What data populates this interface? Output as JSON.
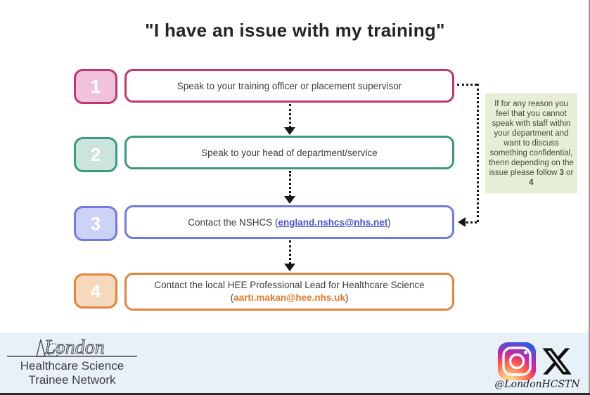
{
  "title": "\"I have an issue with my training\"",
  "colors": {
    "step1_border": "#c2356e",
    "step1_fill": "#f1c3da",
    "step2_border": "#399a80",
    "step2_fill": "#cbe5dd",
    "step3_border": "#7179e2",
    "step3_fill": "#cdd3f6",
    "step4_border": "#e5823b",
    "step4_fill": "#f6d9bc",
    "link_blue": "#4a52d8",
    "email_orange": "#e8782a",
    "note_bg": "#e6efd5",
    "footer_bg": "#e9f1f8",
    "arrow_black": "#161616"
  },
  "steps": [
    {
      "number": "1",
      "label": "Speak to your training officer or placement supervisor"
    },
    {
      "number": "2",
      "label": "Speak to your head of department/service"
    },
    {
      "number": "3",
      "label_before": "Contact the NSHCS (",
      "link": "england.nshcs@nhs.net",
      "label_after": ")"
    },
    {
      "number": "4",
      "line1": "Contact the local HEE Professional Lead for Healthcare Science",
      "paren_open": "(",
      "email": "aarti.makan@hee.nhs.uk",
      "paren_close": ")"
    }
  ],
  "note": {
    "text": "If for any reason you feel that you cannot speak with staff within your department and want to discuss something confidential, thenn depending on the issue please follow ",
    "bold_step_a": "3",
    "connector": " or ",
    "bold_step_b": "4"
  },
  "footer": {
    "logo_word": "London",
    "org_line1": "Healthcare Science",
    "org_line2": "Trainee Network",
    "handle": "@LondonHCSTN"
  }
}
